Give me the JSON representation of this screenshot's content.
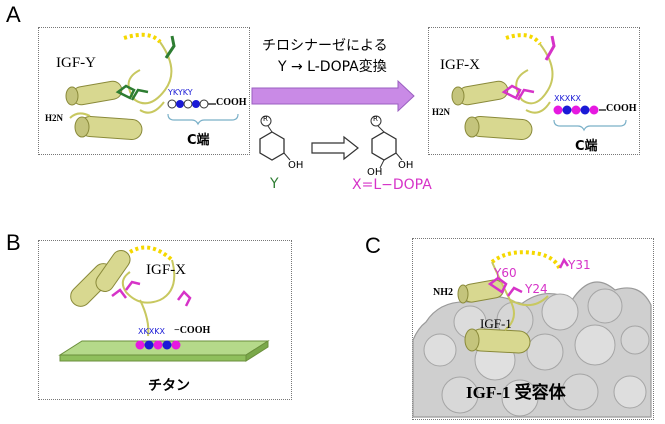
{
  "panels": {
    "a": {
      "letter": "A",
      "left_label": "IGF-Y",
      "left_n_term": "H2N",
      "left_tail_seq": "YKYKY",
      "left_cooh": "COOH",
      "left_cterm": "C端",
      "arrow_caption_line1": "チロシナーゼによる",
      "arrow_caption_line2": "Y → L-DOPA変換",
      "right_label": "IGF-X",
      "right_n_term": "H2N",
      "right_tail_seq": "XKXKX",
      "right_cooh": "COOH",
      "right_cterm": "C端",
      "residue_r": "R",
      "tyr_oh": "OH",
      "tyr_label": "Y",
      "dopa_oh1": "OH",
      "dopa_oh2": "OH",
      "dopa_label": "X=L−DOPA"
    },
    "b": {
      "letter": "B",
      "label": "IGF-X",
      "tail_seq": "XKXKX",
      "cooh": "−COOH",
      "surface": "チタン"
    },
    "c": {
      "letter": "C",
      "y60": "Y60",
      "y24": "Y24",
      "y31": "Y31",
      "n_term": "NH2",
      "label": "IGF-1",
      "receptor": "IGF-1 受容体"
    }
  },
  "colors": {
    "helix": "#d8d890",
    "helix_edge": "#8a8a3a",
    "loop_dotted": "#f5d800",
    "tyrosine": "#2e7d32",
    "dopa": "#d633c8",
    "bead_blue": "#1a1ad6",
    "bead_magenta": "#e619e0",
    "arrow": "#c98ae6",
    "titanium": "#b5d98a"
  }
}
